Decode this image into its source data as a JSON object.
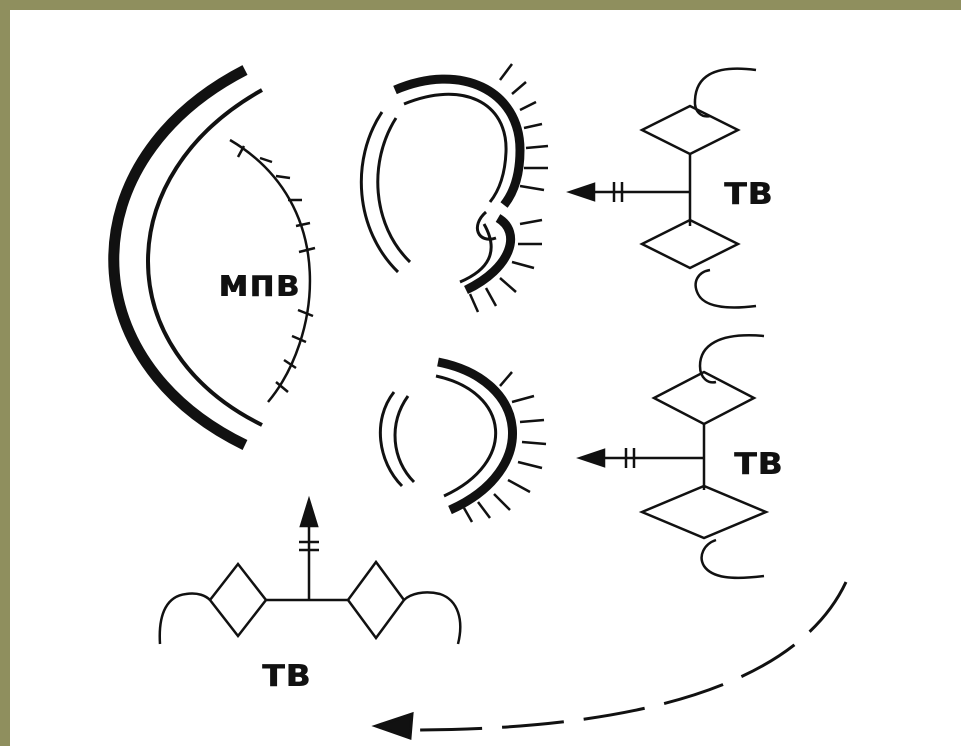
{
  "labels": {
    "big_arc": "мпв",
    "right_top": "тв",
    "right_bottom": "тв",
    "bottom": "тв"
  },
  "colors": {
    "frame": "#8f8f5e",
    "canvas": "#ffffff",
    "ink": "#111111"
  }
}
